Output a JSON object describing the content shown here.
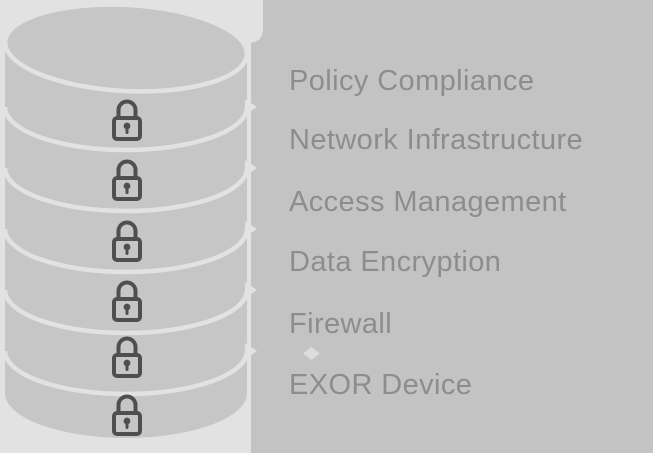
{
  "diagram": {
    "type": "security-stack-cylinder",
    "layers": [
      {
        "label": "Policy Compliance"
      },
      {
        "label": "Network Infrastructure"
      },
      {
        "label": "Access Management"
      },
      {
        "label": "Data Encryption"
      },
      {
        "label": "Firewall"
      },
      {
        "label": "EXOR Device"
      }
    ],
    "lock_icon": "padlock",
    "lock_count": 6
  },
  "colors": {
    "background": "#c3c3c3",
    "backdrop_light": "#e2e2e2",
    "cylinder_body": "#c6c6c6",
    "separator_line": "#e2e2e2",
    "lock_stroke": "#4f4f4f",
    "label_text": "#8d8d8d",
    "diamond_accent": "#dcdcdc"
  }
}
